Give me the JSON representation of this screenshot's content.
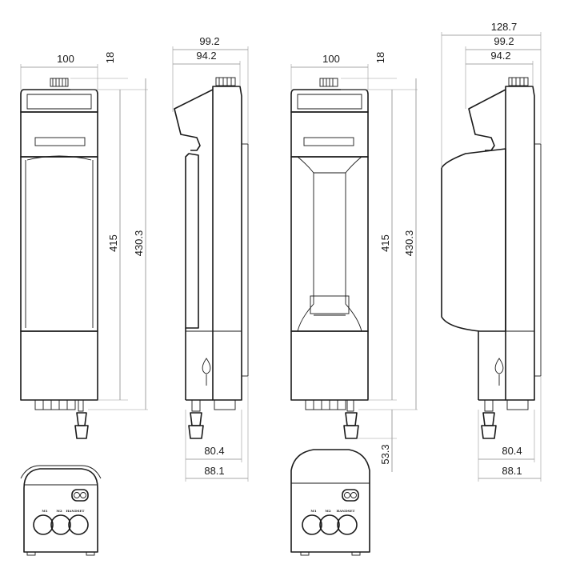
{
  "dimensions": {
    "view1": {
      "width": "100",
      "top": "18",
      "h_inner": "415",
      "h_outer": "430.3"
    },
    "view2": {
      "w_outer": "99.2",
      "w_inner": "94.2",
      "depth_a": "80.4",
      "depth_b": "88.1"
    },
    "view3": {
      "width": "100",
      "top": "18",
      "h_inner": "415",
      "h_outer": "430.3",
      "bottom": "53.3"
    },
    "view4": {
      "w_max": "128.7",
      "w_outer": "99.2",
      "w_inner": "94.2",
      "depth_a": "80.4",
      "depth_b": "88.1"
    }
  },
  "panel_labels": {
    "left": [
      "M1",
      "M2",
      "HANDSET"
    ],
    "right": [
      "M1",
      "M2",
      "HANDSET"
    ]
  }
}
